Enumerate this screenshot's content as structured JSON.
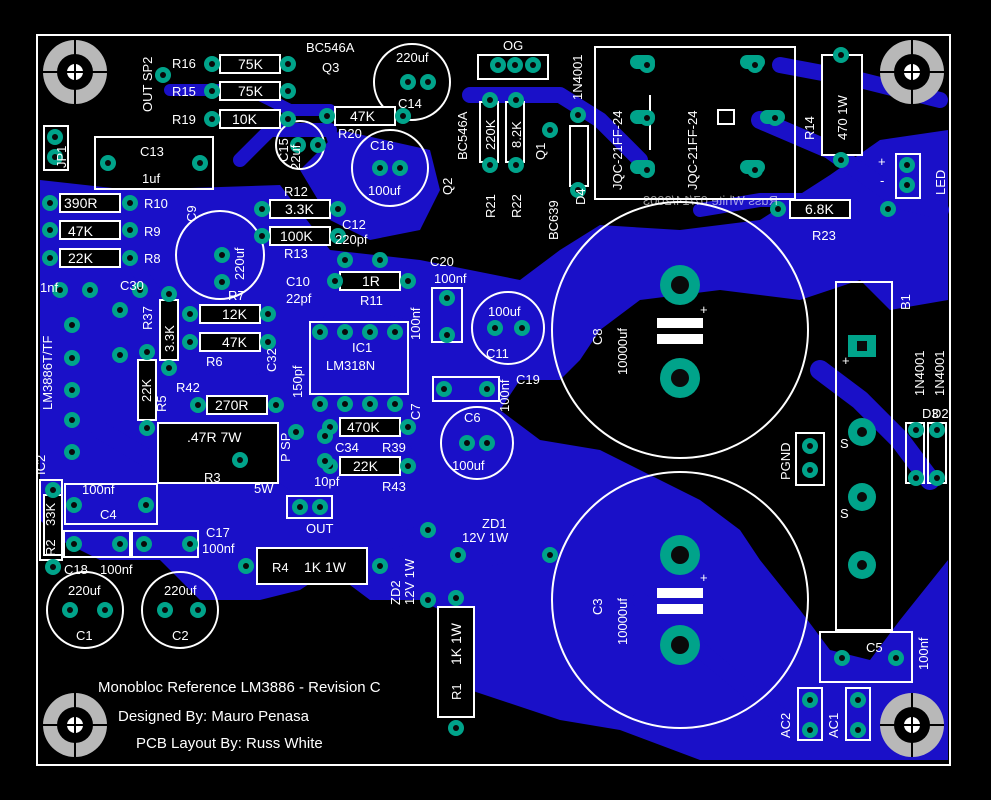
{
  "board": {
    "title": "Monobloc Reference LM3886 - Revision C",
    "designer": "Designed By: Mauro Penasa",
    "layout": "PCB Layout By: Russ White",
    "mirrored_text": "Russ White 07/14/2003",
    "colors": {
      "copper": "#1a10c8",
      "pad": "#00a38a",
      "silk": "#ffffff",
      "background": "#000000"
    }
  },
  "labels": {
    "r16": "R16",
    "r15": "R15",
    "r19": "R19",
    "out_sp2": "OUT SP2",
    "v75k_a": "75K",
    "v75k_b": "75K",
    "v10k": "10K",
    "bc546a_top": "BC546A",
    "q3": "Q3",
    "v47k_top": "47K",
    "r20": "R20",
    "c14": "C14",
    "c14v": "220uf",
    "c15": "C15",
    "c15v": "22uf",
    "c16": "C16",
    "c16v": "100uf",
    "og": "OG",
    "n4001_top": "1N4001",
    "bc546a_r": "BC546A",
    "q2": "Q2",
    "r21": "R21",
    "r21v": "220K",
    "r22": "R22",
    "r22v": "8.2K",
    "q1": "Q1",
    "bc639": "BC639",
    "d4": "D4",
    "relay1": "JQC-21FF-24",
    "relay2": "JQC-21FF-24",
    "r14": "R14",
    "r14v": "470 1W",
    "led": "LED",
    "led_plus": "+",
    "led_minus": "-",
    "r23": "R23",
    "r23v": "6.8K",
    "jp1": "JP1",
    "c13": "C13",
    "c13v": "1uf",
    "r10": "R10",
    "r10v": "390R",
    "r9": "R9",
    "r9v": "47K",
    "r8": "R8",
    "r8v": "22K",
    "c9": "C9",
    "c9v": "220uf",
    "r12": "R12",
    "r12v": "3.3K",
    "r13": "R13",
    "r13v": "100K",
    "c12": "C12",
    "c12v": "220pf",
    "r11": "R11",
    "r11v": "1R",
    "c20": "C20",
    "c20v": "100nf",
    "c30": "C30",
    "c30v": "1nf",
    "lm3886": "LM3886T/TF",
    "r37": "R37",
    "r37v": "3.3K",
    "r7": "R7",
    "r7v": "12K",
    "r6": "R6",
    "r6v": "47K",
    "c10": "C10",
    "c10v": "22pf",
    "c32": "C32",
    "c32v": "150pf",
    "ic1": "IC1",
    "lm318n": "LM318N",
    "c7v": "100nf",
    "c7": "C7",
    "c11": "C11",
    "c11v": "100uf",
    "c19": "C19",
    "c19v": "100nf",
    "r5": "R5",
    "r5v": "22K",
    "r42": "R42",
    "r42v": "270R",
    "r3": "R3",
    "r3v": ".47R 7W",
    "r3w": "5W",
    "c34": "C34",
    "c34v": "10pf",
    "r39": "R39",
    "r39v": "470K",
    "r43": "R43",
    "r43v": "22K",
    "c6": "C6",
    "c6v": "100uf",
    "psp": "P SP",
    "ic2": "IC2",
    "c4": "C4",
    "c4v": "100nf",
    "r2": "R2",
    "r2v": "33K",
    "out": "OUT",
    "c17": "C17",
    "c17v": "100nf",
    "c18": "C18",
    "c18v": "100nf",
    "c1": "C1",
    "c1v": "220uf",
    "c2": "C2",
    "c2v": "220uf",
    "r4": "R4",
    "r4v": "1K 1W",
    "zd1": "ZD1",
    "zd1v": "12V 1W",
    "zd2": "ZD2",
    "zd2v": "12V 1W",
    "r1": "R1",
    "r1v": "1K 1W",
    "c8": "C8",
    "c8v": "10000uf",
    "c3": "C3",
    "c3v": "10000uf",
    "pgnd": "PGND",
    "b1": "B1",
    "d3": "D3",
    "d3v": "1N4001",
    "d2": "D2",
    "d2v": "1N4001",
    "c5": "C5",
    "c5v": "100nf",
    "ac1": "AC1",
    "ac2": "AC2",
    "plus": "+",
    "tilde": "S"
  }
}
